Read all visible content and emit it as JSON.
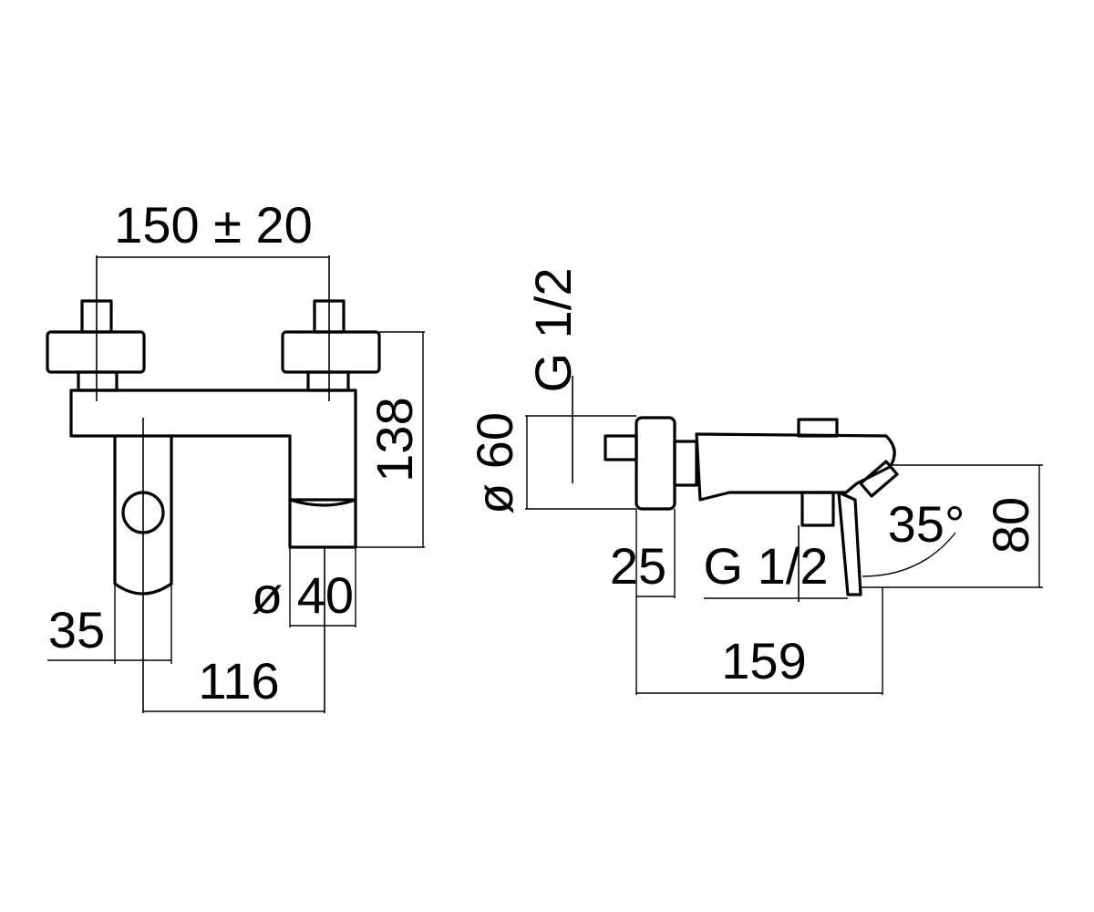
{
  "dimensions": {
    "front_width": "150 ± 20",
    "front_height": "138",
    "spout_diameter": "ø 40",
    "lever_offset": "35",
    "depth_from_outlet": "116",
    "inlet_thread_top": "G 1/2",
    "escutcheon_diameter": "ø 60",
    "wall_offset": "25",
    "outlet_thread": "G 1/2",
    "lever_angle": "35°",
    "side_height": "80",
    "overall_depth": "159"
  }
}
